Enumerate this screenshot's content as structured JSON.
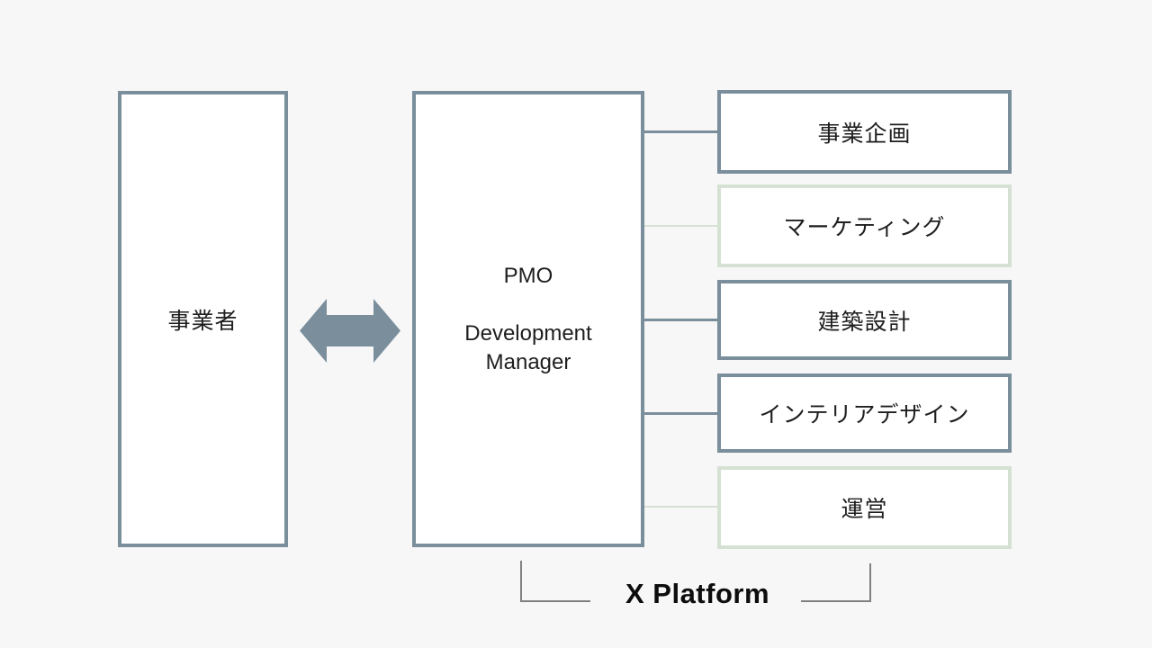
{
  "diagram": {
    "left_box": {
      "label": "事業者"
    },
    "center_box": {
      "line1": "PMO",
      "line2": "Development",
      "line3": "Manager"
    },
    "right_boxes": [
      {
        "label": "事業企画",
        "variant": "slate"
      },
      {
        "label": "マーケティング",
        "variant": "green"
      },
      {
        "label": "建築設計",
        "variant": "slate"
      },
      {
        "label": "インテリアデザイン",
        "variant": "slate"
      },
      {
        "label": "運営",
        "variant": "green"
      }
    ],
    "platform_label": "X Platform",
    "colors": {
      "slate_border": "#7a8e9c",
      "green_border": "#d5e2d3",
      "background": "#f7f7f7",
      "box_fill": "#ffffff",
      "bracket_gray": "#808080",
      "text": "#1e1e1e"
    }
  }
}
